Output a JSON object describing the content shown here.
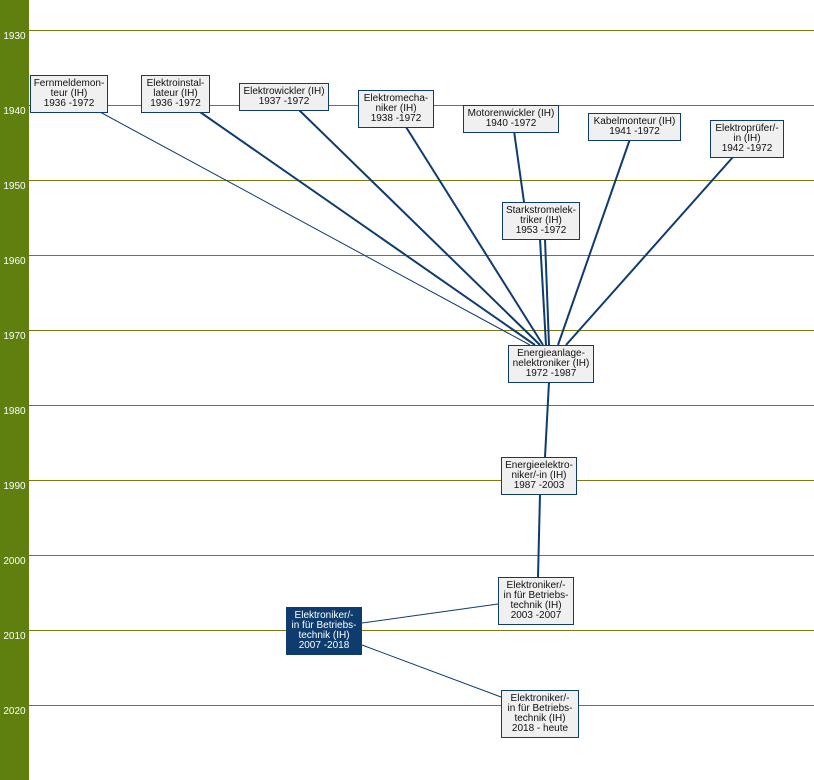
{
  "years": [
    "1930",
    "1940",
    "1950",
    "1960",
    "1970",
    "1980",
    "1990",
    "2000",
    "2010",
    "2020"
  ],
  "nodes": {
    "fernmelde": "Fernmeldemon-\nteur (IH)\n1936 -1972",
    "installateur": "Elektroinstal-\nlateur (IH)\n1936 -1972",
    "wickler": "Elektrowickler (IH)\n1937 -1972",
    "mechaniker": "Elektromecha-\nniker (IH)\n1938 -1972",
    "motorenwickler": "Motorenwickler (IH)\n1940 -1972",
    "kabelmonteur": "Kabelmonteur (IH)\n1941 -1972",
    "pruefer": "Elektroprüfer/-\nin (IH)\n1942 -1972",
    "starkstrom": "Starkstromelek-\ntriker (IH)\n1953 -1972",
    "energieanlagen": "Energieanlage-\nnelektroniker (IH)\n1972 -1987",
    "energieelektroniker": "Energieelektro-\nniker/-in (IH)\n1987 -2003",
    "betrieb2003": "Elektroniker/-\nin für Betriebs-\ntechnik (IH)\n2003 -2007",
    "betrieb2007": "Elektroniker/-\nin für Betriebs-\ntechnik (IH)\n2007 -2018",
    "betrieb2018": "Elektroniker/-\nin  für Betriebs-\ntechnik (IH)\n2018 - heute"
  },
  "colors": {
    "sidebar": "#5f7f0e",
    "accent": "#0f3c6e",
    "grid": "#7a7a10"
  }
}
